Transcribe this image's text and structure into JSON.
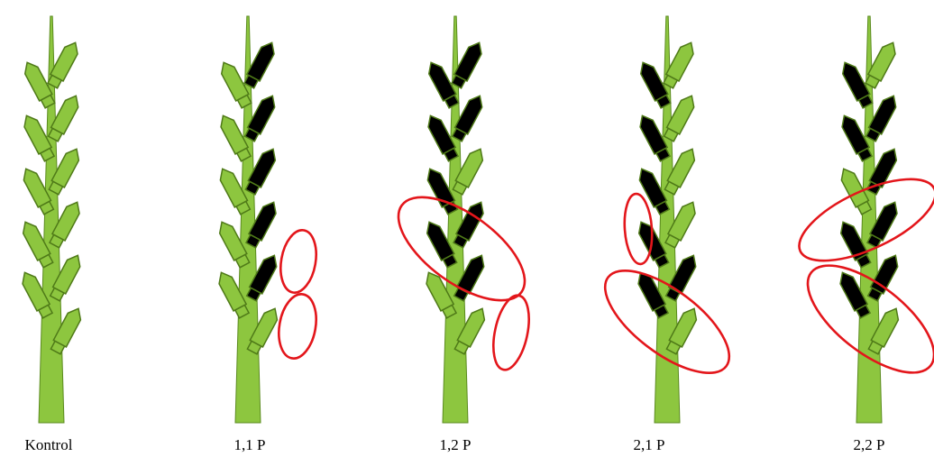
{
  "colors": {
    "stem": "#8dc63f",
    "stem_stroke": "#5a8a1e",
    "spikelet_green": "#8dc63f",
    "spikelet_black": "#000000",
    "spikelet_stroke": "#4f7a18",
    "highlight": "#e3161b",
    "caption_text": "#000000"
  },
  "panels": [
    {
      "id": "kontrol",
      "label": "Kontrol",
      "black": []
    },
    {
      "id": "p11",
      "label": "1,1 P",
      "black": [
        "R1",
        "R2",
        "R3",
        "R4",
        "R5"
      ]
    },
    {
      "id": "p12",
      "label": "1,2 P",
      "black": [
        "L1",
        "R1",
        "L2",
        "R2",
        "L3",
        "L4",
        "R4",
        "R5"
      ]
    },
    {
      "id": "p21",
      "label": "2,1 P",
      "black": [
        "L1",
        "L2",
        "L3",
        "L4",
        "L5",
        "R5"
      ]
    },
    {
      "id": "p22",
      "label": "2,2 P",
      "black": [
        "L1",
        "L2",
        "R2",
        "R3",
        "L4",
        "R4",
        "L5",
        "R5"
      ]
    }
  ]
}
